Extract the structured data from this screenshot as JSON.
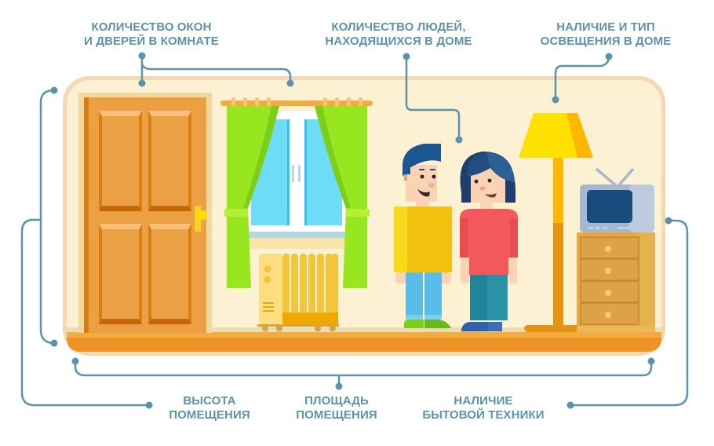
{
  "labels": {
    "windows_doors": {
      "line1": "КОЛИЧЕСТВО ОКОН",
      "line2": "И ДВЕРЕЙ В КОМНАТЕ"
    },
    "people": {
      "line1": "КОЛИЧЕСТВО ЛЮДЕЙ,",
      "line2": "НАХОДЯЩИХСЯ В ДОМЕ"
    },
    "lighting": {
      "line1": "НАЛИЧИЕ И ТИП",
      "line2": "ОСВЕЩЕНИЯ В ДОМЕ"
    },
    "height": {
      "line1": "ВЫСОТА",
      "line2": "ПОМЕЩЕНИЯ"
    },
    "area": {
      "line1": "ПЛОЩАДЬ",
      "line2": "ПОМЕЩЕНИЯ"
    },
    "appliances": {
      "line1": "НАЛИЧИЕ",
      "line2": "БЫТОВОЙ ТЕХНИКИ"
    }
  },
  "icons": {
    "door": "door-icon",
    "window": "window-icon",
    "curtains": "curtains-icon",
    "radiator": "radiator-icon",
    "man": "man-icon",
    "woman": "woman-icon",
    "floor_lamp": "floor-lamp-icon",
    "tv": "tv-icon",
    "dresser": "dresser-icon"
  },
  "colors": {
    "label_text": "#5b93ab",
    "connector_line": "#5b93ab",
    "room_wall": "#fdf1d3",
    "room_border": "#f6d8b0",
    "floor": "#ef9326",
    "door": "#eaa043",
    "curtain": "#8fdc25",
    "window_glass": "#6fdcf5",
    "man_shirt": "#f3c10f",
    "woman_shirt": "#f2585c",
    "lamp_shade": "#ffe100",
    "tv_screen": "#174c7c"
  }
}
